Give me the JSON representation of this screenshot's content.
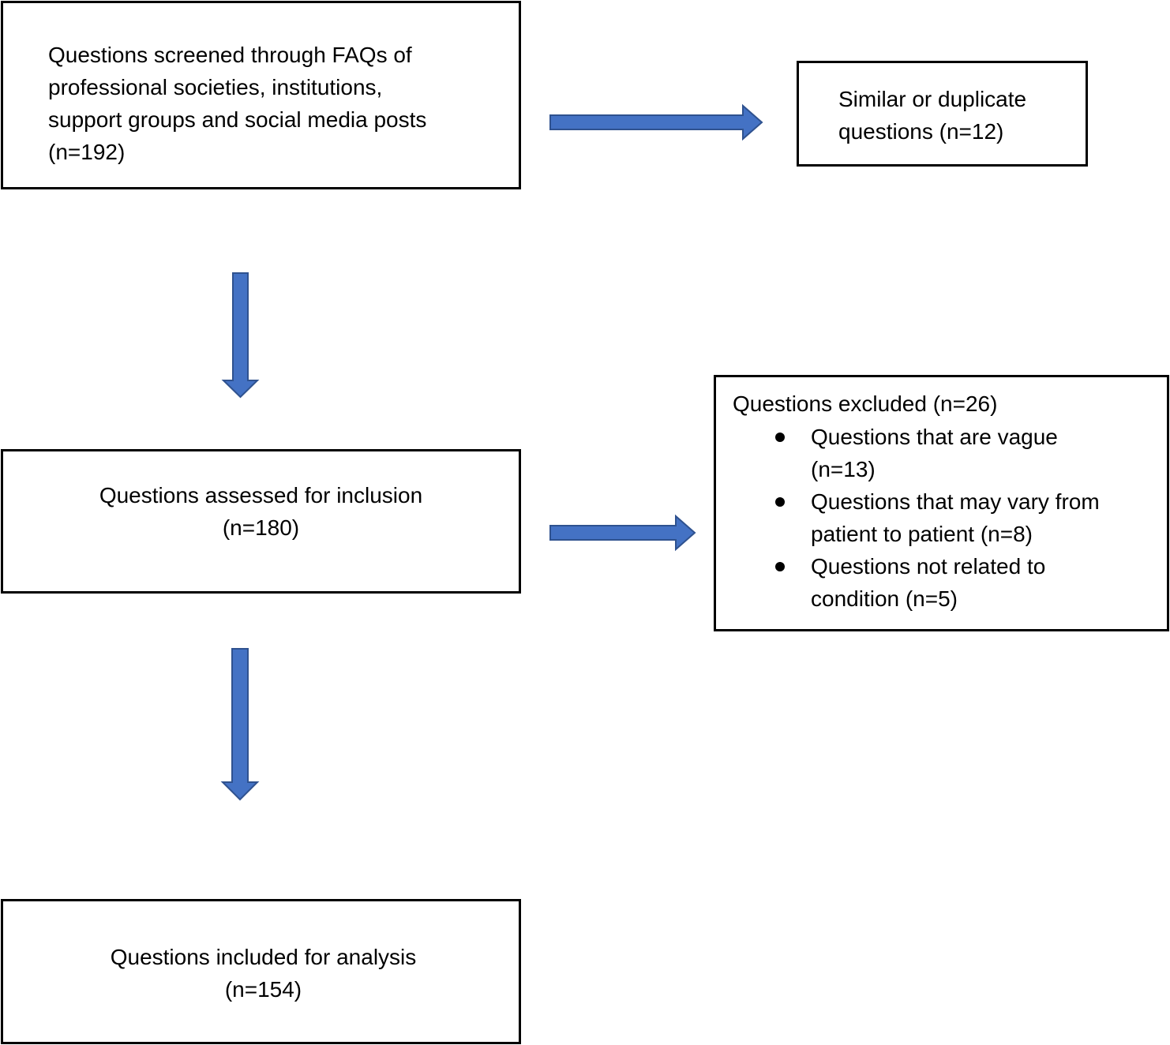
{
  "diagram": {
    "screened": {
      "lines": [
        "Questions screened through FAQs of",
        "professional societies, institutions,",
        "support groups and social media posts",
        "(n=192)"
      ]
    },
    "duplicates": {
      "lines": [
        "Similar or duplicate",
        "questions (n=12)"
      ]
    },
    "assessed": {
      "lines": [
        "Questions assessed for inclusion",
        "(n=180)"
      ]
    },
    "excluded": {
      "heading": "Questions excluded (n=26)",
      "items": [
        {
          "line1": "Questions that are vague",
          "line2": "(n=13)"
        },
        {
          "line1": "Questions that may vary from",
          "line2": "patient to patient (n=8)"
        },
        {
          "line1": "Questions not related to",
          "line2": "condition (n=5)"
        }
      ]
    },
    "included": {
      "lines": [
        "Questions included for analysis",
        "(n=154)"
      ]
    },
    "colors": {
      "arrow_fill": "#4472C4",
      "arrow_stroke": "#2F528F",
      "box_border": "#000000"
    }
  }
}
